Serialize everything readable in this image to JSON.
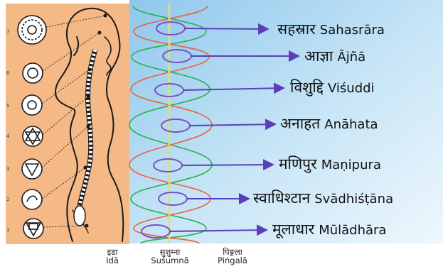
{
  "chakras": [
    {
      "devanagari": "सहस्रार",
      "latin": "Sahasrāra"
    },
    {
      "devanagari": "आज्ञा",
      "latin": "Ājñā"
    },
    {
      "devanagari": "विशुद्दि",
      "latin": "Viśuddi"
    },
    {
      "devanagari": "अनाहत",
      "latin": "Anāhata"
    },
    {
      "devanagari": "मणिपुर",
      "latin": "Maṇipura"
    },
    {
      "devanagari": "स्वाधिश्टान",
      "latin": "Svādhiśṭāna"
    },
    {
      "devanagari": "मूलाधार",
      "latin": "Mūlādhāra"
    }
  ],
  "chakra_numbers": [
    "7",
    "6",
    "5",
    "4",
    "3",
    "2",
    "1"
  ],
  "nadis": [
    {
      "devanagari": "इडा",
      "latin": "Idā"
    },
    {
      "devanagari": "सुशुम्ना",
      "latin": "Suśumnā"
    },
    {
      "devanagari": "पिङ्गला",
      "latin": "Piṅgalā"
    }
  ],
  "colors": {
    "panel_left": "#f5b887",
    "panel_right_top": "#9fd0ee",
    "panel_right_bottom": "#e6f3fb",
    "ida": "#23b24a",
    "pingala": "#e8623a",
    "sushumna": "#e8e05a",
    "chakra_oval": "#7b4fc4",
    "arrow": "#5b3fb8"
  }
}
